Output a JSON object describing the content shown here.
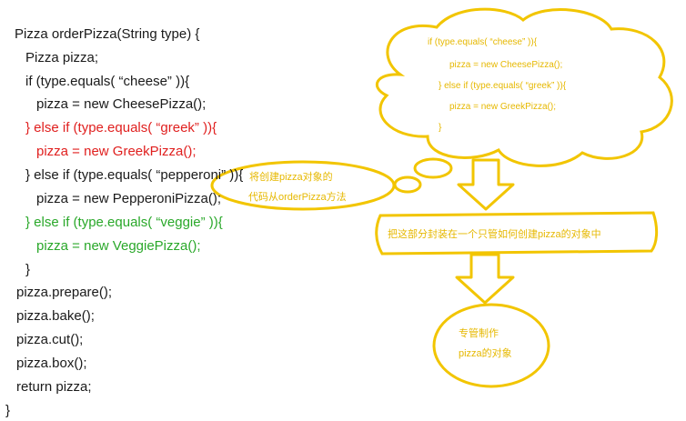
{
  "code": {
    "lines": [
      {
        "text": "Pizza orderPizza(String type) {",
        "color": "black"
      },
      {
        "text": "Pizza pizza;",
        "color": "black"
      },
      {
        "text": "if (type.equals( “cheese” )){",
        "color": "black"
      },
      {
        "text": "pizza = new CheesePizza();",
        "color": "black"
      },
      {
        "text": "} else if (type.equals( “greek” )){",
        "color": "red"
      },
      {
        "text": "pizza = new GreekPizza();",
        "color": "red"
      },
      {
        "text": "} else if (type.equals( “pepperoni” )){",
        "color": "black"
      },
      {
        "text": "pizza = new PepperoniPizza();",
        "color": "black"
      },
      {
        "text": "} else if (type.equals( “veggie” )){",
        "color": "green"
      },
      {
        "text": "pizza = new VeggiePizza();",
        "color": "green"
      },
      {
        "text": "}",
        "color": "black"
      },
      {
        "text": "pizza.prepare();",
        "color": "black"
      },
      {
        "text": "pizza.bake();",
        "color": "black"
      },
      {
        "text": "pizza.cut();",
        "color": "black"
      },
      {
        "text": "pizza.box();",
        "color": "black"
      },
      {
        "text": "return pizza;",
        "color": "black"
      },
      {
        "text": "}",
        "color": "black"
      }
    ]
  },
  "cloud": {
    "lines": [
      "if (type.equals( “cheese” )){",
      "pizza = new CheesePizza();",
      "} else if (type.equals( “greek” )){",
      "pizza = new GreekPizza();",
      "}"
    ]
  },
  "thought": {
    "line1": "将创建pizza对象的",
    "line2": "代码从orderPizza方法"
  },
  "banner": {
    "text": "把这部分封装在一个只管如何创建pizza的对象中"
  },
  "circle": {
    "line1": "专管制作",
    "line2": "pizza的对象"
  },
  "colors": {
    "annotation": "#f2c500",
    "red_code": "#e0201f",
    "green_code": "#2aa82a"
  }
}
